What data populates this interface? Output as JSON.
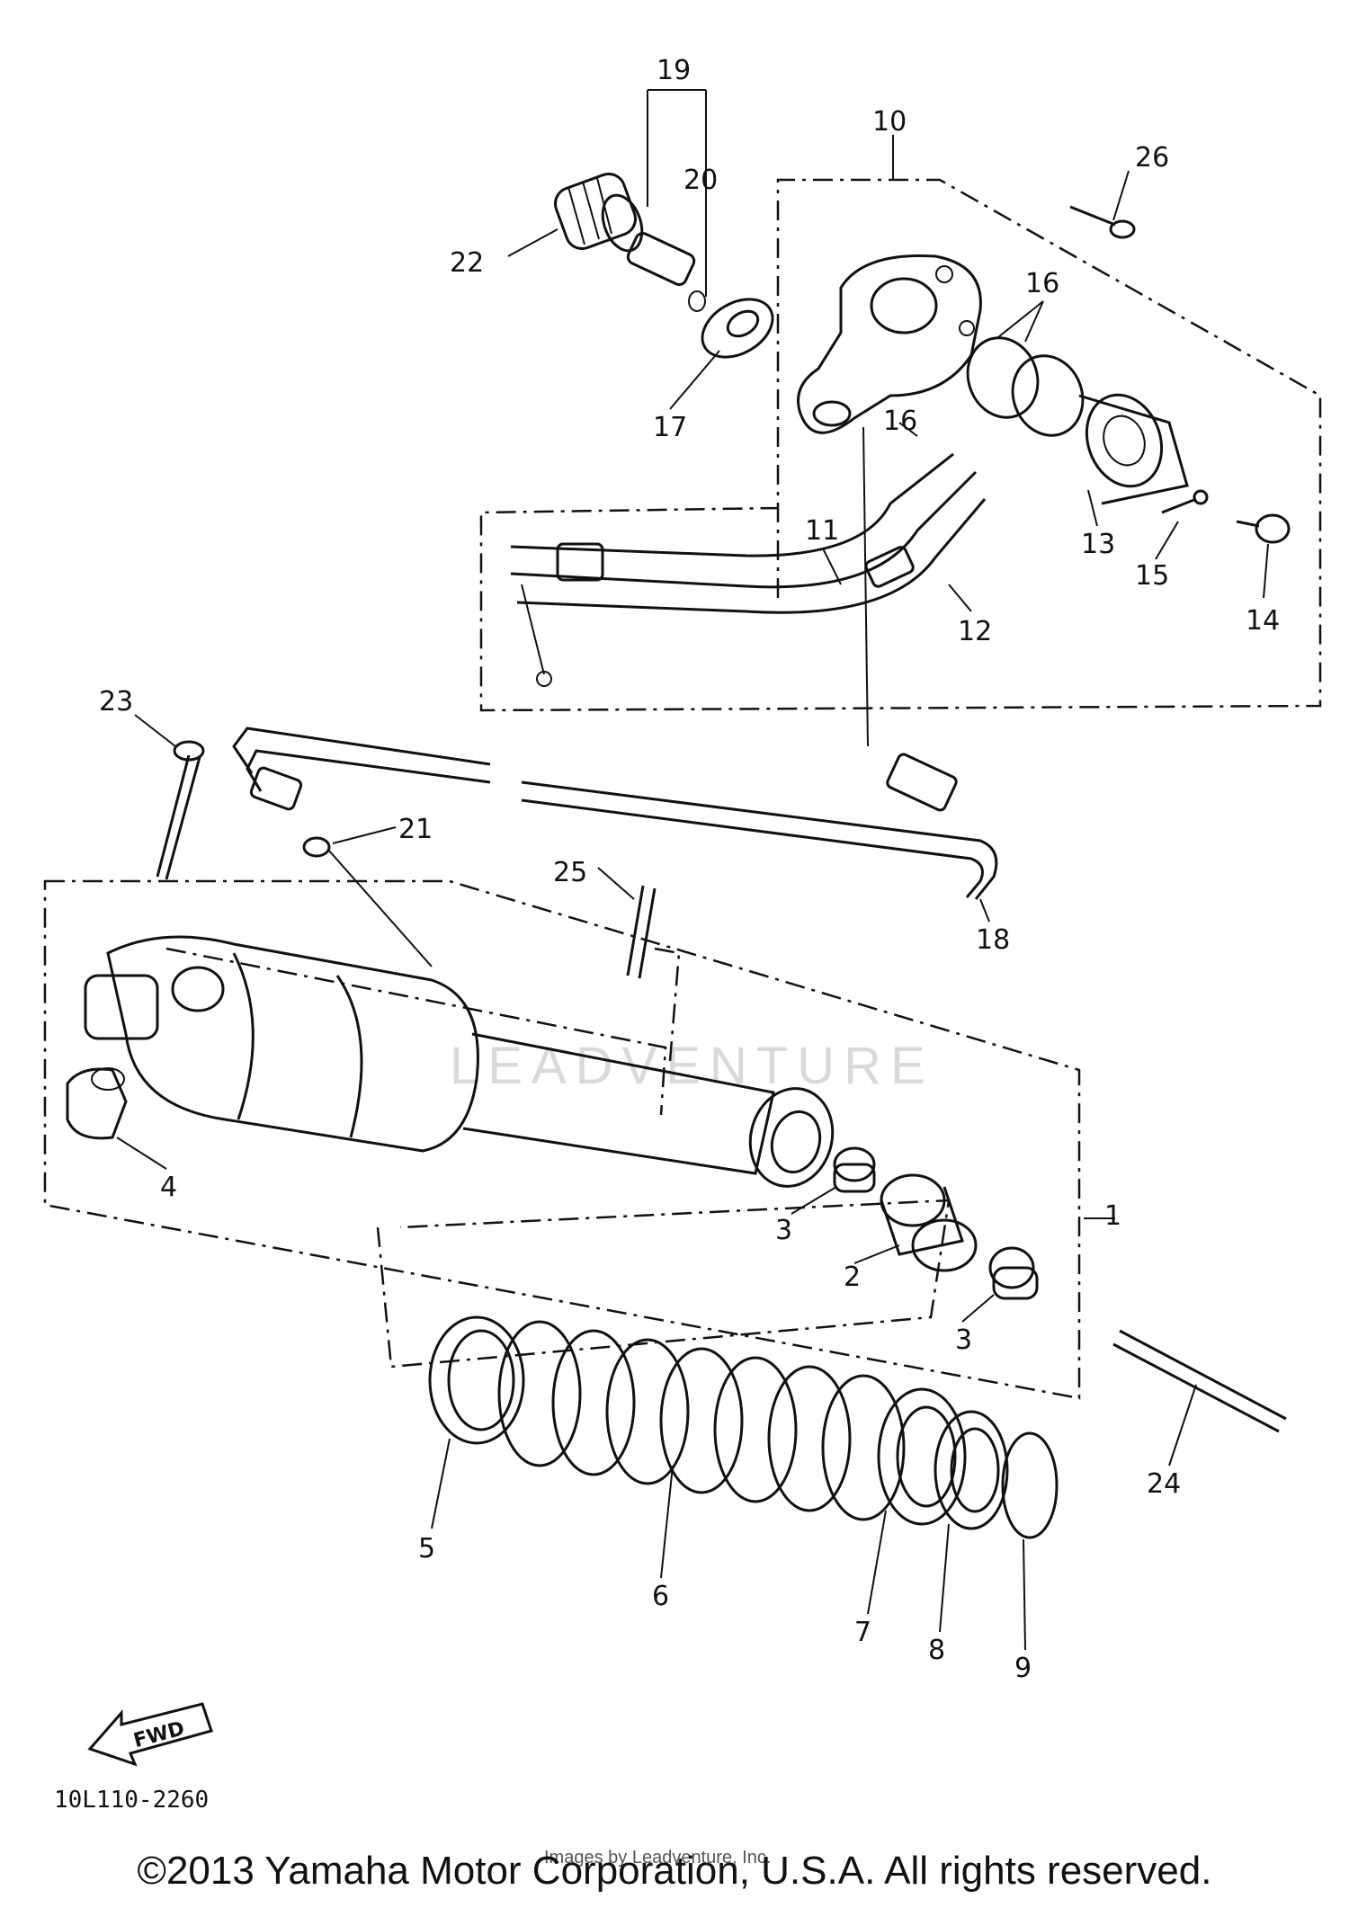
{
  "diagram": {
    "drawing_code": "10L110-2260",
    "fwd_label": "FWD",
    "watermark": "LEADVENTURE",
    "watermark_small": "Images by Leadventure, Inc.",
    "copyright": "©2013 Yamaha Motor Corporation, U.S.A. All rights reserved.",
    "callouts": [
      {
        "id": "c1",
        "label": "1"
      },
      {
        "id": "c2",
        "label": "2"
      },
      {
        "id": "c3a",
        "label": "3"
      },
      {
        "id": "c3b",
        "label": "3"
      },
      {
        "id": "c4",
        "label": "4"
      },
      {
        "id": "c5",
        "label": "5"
      },
      {
        "id": "c6",
        "label": "6"
      },
      {
        "id": "c7",
        "label": "7"
      },
      {
        "id": "c8",
        "label": "8"
      },
      {
        "id": "c9",
        "label": "9"
      },
      {
        "id": "c10",
        "label": "10"
      },
      {
        "id": "c11",
        "label": "11"
      },
      {
        "id": "c12",
        "label": "12"
      },
      {
        "id": "c13",
        "label": "13"
      },
      {
        "id": "c14",
        "label": "14"
      },
      {
        "id": "c15",
        "label": "15"
      },
      {
        "id": "c16a",
        "label": "16"
      },
      {
        "id": "c16b",
        "label": "16"
      },
      {
        "id": "c17",
        "label": "17"
      },
      {
        "id": "c18",
        "label": "18"
      },
      {
        "id": "c19",
        "label": "19"
      },
      {
        "id": "c20",
        "label": "20"
      },
      {
        "id": "c21",
        "label": "21"
      },
      {
        "id": "c22",
        "label": "22"
      },
      {
        "id": "c23",
        "label": "23"
      },
      {
        "id": "c24",
        "label": "24"
      },
      {
        "id": "c25",
        "label": "25"
      },
      {
        "id": "c26",
        "label": "26"
      }
    ]
  }
}
